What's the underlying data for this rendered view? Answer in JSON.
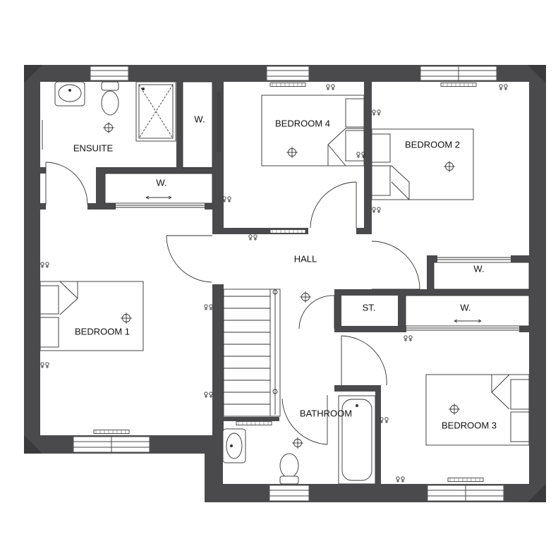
{
  "colors": {
    "wall": "#4a4a4c",
    "line": "#444444",
    "background": "#ffffff"
  },
  "rooms": {
    "ensuite": "ENSUITE",
    "bedroom4": "BEDROOM 4",
    "bedroom2": "BEDROOM 2",
    "bedroom1": "BEDROOM 1",
    "bedroom3": "BEDROOM 3",
    "hall": "HALL",
    "bathroom": "BATHROOM",
    "store": "ST.",
    "wardrobe_small": "W.",
    "wardrobe_ensuite": "W.",
    "wardrobe_bed2": "W.",
    "wardrobe_bed3": "W."
  },
  "icons": [
    "light-point-icon",
    "double-socket-icon",
    "radiator-icon",
    "window-icon",
    "door-swing-icon",
    "toilet-icon",
    "basin-icon",
    "shower-tray-icon",
    "bath-icon",
    "bed-icon",
    "staircase-icon"
  ]
}
